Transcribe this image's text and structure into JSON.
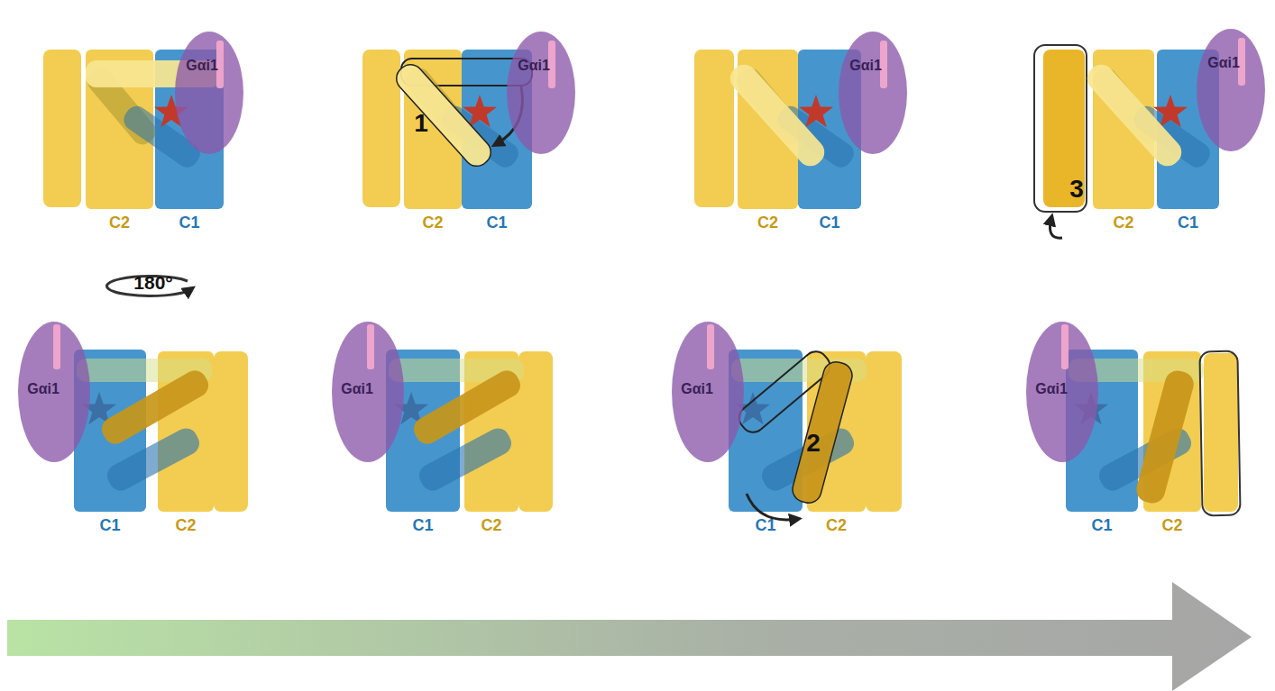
{
  "diagram": {
    "nodes": [
      {
        "text": [
          "C2"
        ]
      },
      {
        "text": [
          "C1"
        ]
      },
      {
        "text": [
          "Gαi1"
        ]
      },
      {
        "text": [
          "C2"
        ]
      },
      {
        "text": [
          "C1"
        ]
      },
      {
        "text": [
          "Gαi1"
        ]
      },
      {
        "text": [
          "C2"
        ]
      },
      {
        "text": [
          "C1"
        ]
      },
      {
        "text": [
          "Gαi1"
        ]
      },
      {
        "text": [
          "C2"
        ]
      },
      {
        "text": [
          "C1"
        ]
      },
      {
        "text": [
          "Gαi1"
        ]
      },
      {
        "text": [
          "Gαi1"
        ]
      },
      {
        "text": [
          "C1"
        ]
      },
      {
        "text": [
          "C2"
        ]
      },
      {
        "text": [
          "Gαi1"
        ]
      },
      {
        "text": [
          "C1"
        ]
      },
      {
        "text": [
          "C2"
        ]
      },
      {
        "text": [
          "Gαi1"
        ]
      },
      {
        "text": [
          "C1"
        ]
      },
      {
        "text": [
          "C2"
        ]
      },
      {
        "text": [
          "Gαi1"
        ]
      },
      {
        "text": [
          "C1"
        ]
      },
      {
        "text": [
          "C2"
        ]
      }
    ],
    "labels": [
      "1",
      "3",
      "180°",
      "2"
    ]
  }
}
